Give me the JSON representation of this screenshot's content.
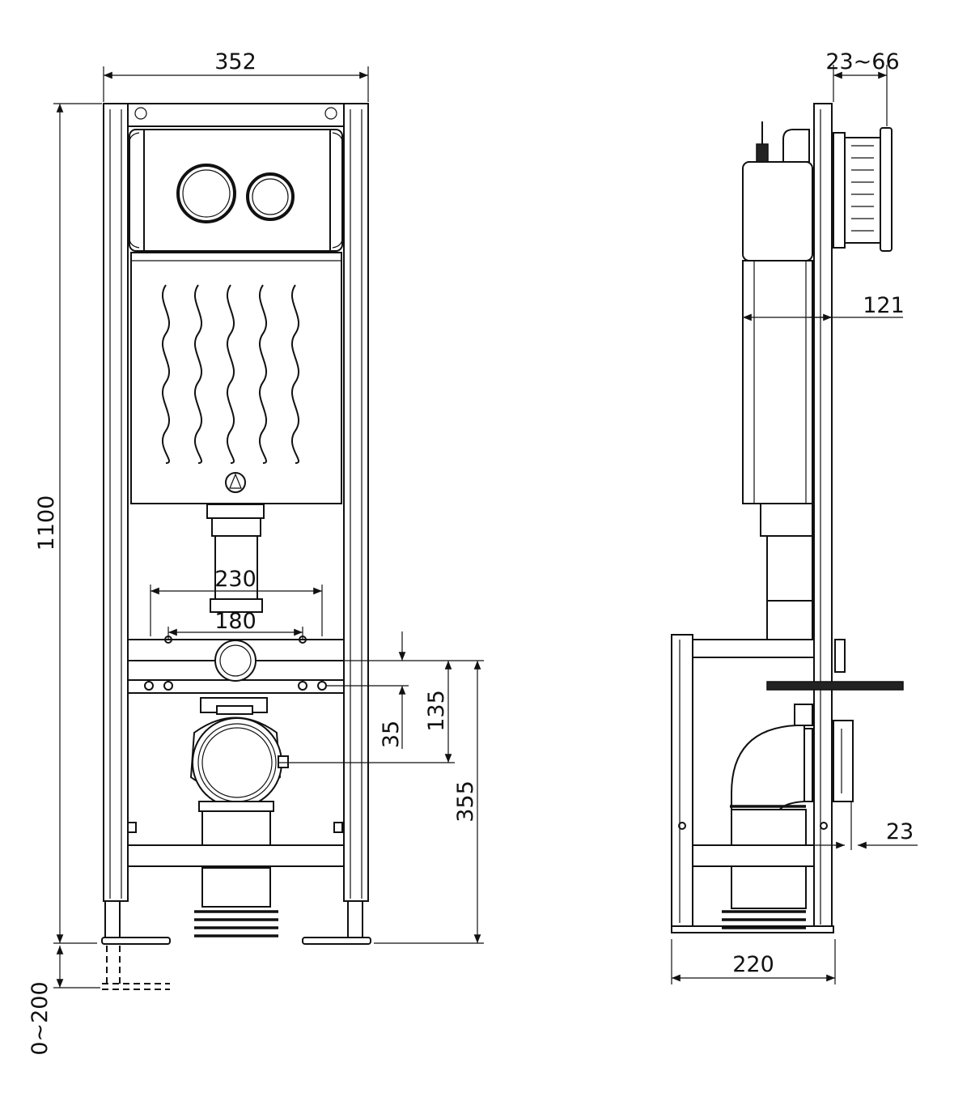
{
  "dimensions": {
    "front_width": "352",
    "front_height": "1100",
    "floor_adjust": "0~200",
    "bolt_outer": "230",
    "bolt_inner": "180",
    "bolt_offset": "35",
    "pipe_offset": "135",
    "outlet_height": "355",
    "button_depth": "23~66",
    "tank_depth": "121",
    "frame_depth": "220",
    "wall_offset": "23"
  }
}
